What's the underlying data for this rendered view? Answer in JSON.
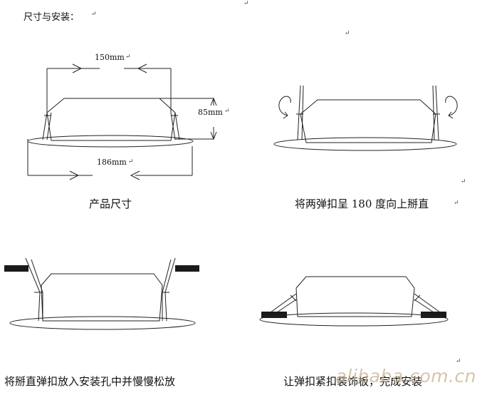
{
  "heading": "尺寸与安装：",
  "dimensions": {
    "top_width": "150mm",
    "height": "85mm",
    "bottom_width": "186mm"
  },
  "captions": {
    "step1": "产品尺寸",
    "step2": "将两弹扣呈 180 度向上掰直",
    "step3": "将掰直弹扣放入安装孔中并慢慢松放",
    "step4": "让弹扣紧扣装饰板，完成安装"
  },
  "paragraph_mark": "↵",
  "watermark": "alibaba.com.cn",
  "colors": {
    "line": "#222222",
    "ceiling_board": "#1a1a1a",
    "watermark": "#c8af8c"
  }
}
